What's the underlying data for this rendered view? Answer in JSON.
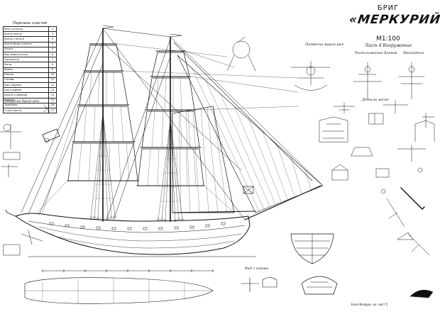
{
  "title_block": {
    "type_word": "БРИГ",
    "ship_name": "«МЕРКУРИЙ»",
    "scale": "М1:100",
    "sheet_info": "Лист 4  Вооружение"
  },
  "legend": {
    "title": "Перечень снастей",
    "rows": [
      {
        "text": "Вант-путенсы",
        "num": "1"
      },
      {
        "text": "Ванты мачты",
        "num": "2"
      },
      {
        "text": "Ванты стеньги",
        "num": "3"
      },
      {
        "text": "Ванты брам-стеньги",
        "num": "4"
      },
      {
        "text": "Штаги",
        "num": "5"
      },
      {
        "text": "Фор-марса-штаги",
        "num": "6"
      },
      {
        "text": "Топенанты",
        "num": "7"
      },
      {
        "text": "Фалы",
        "num": "8"
      },
      {
        "text": "Брасы",
        "num": "9"
      },
      {
        "text": "Шкоты",
        "num": "10"
      },
      {
        "text": "Гитовы",
        "num": "11"
      },
      {
        "text": "Бык-гордени",
        "num": "12"
      },
      {
        "text": "Нок-гордени",
        "num": "13"
      },
      {
        "text": "Шкоты кливеров",
        "num": "14"
      },
      {
        "text": "Ниралы",
        "num": "15"
      },
      {
        "text": "Эринбаки",
        "num": "16"
      },
      {
        "text": "Стень-ванты",
        "num": "17"
      }
    ]
  },
  "labels": {
    "cannon_detail": "Подвеска брам-рей",
    "yard_detail": "Подвеска марса-рея",
    "right_top_a": "Расположение блоков",
    "right_top_b": "Накладной",
    "detail_section": "Детали мачт",
    "bottom_note": "Блок Воздуш. см. лист 5",
    "mid_label": "Вид с кормы"
  },
  "icons": [
    "cannon-icon",
    "anchor-icon",
    "flag-icon",
    "block-icon",
    "deadeye-icon",
    "stamp-icon"
  ]
}
